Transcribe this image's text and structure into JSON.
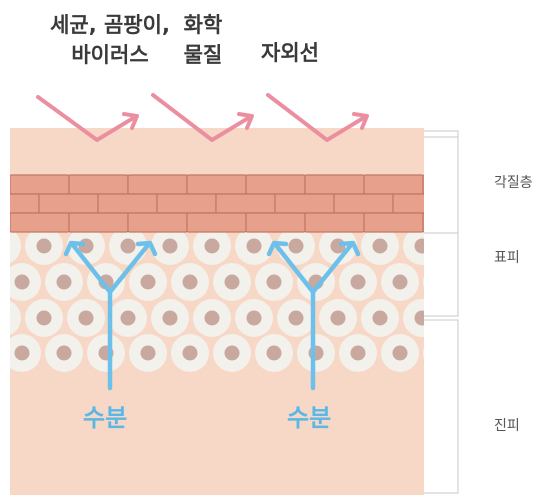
{
  "threats": [
    {
      "line1": "세균, 곰팡이,",
      "line2": "바이러스"
    },
    {
      "line1": "화학",
      "line2": "물질"
    },
    {
      "line1": "자외선",
      "line2": ""
    }
  ],
  "layers": {
    "stratum_corneum": "각질층",
    "epidermis": "표피",
    "dermis": "진피"
  },
  "moisture": [
    "수분",
    "수분"
  ],
  "colors": {
    "skin": "#f7d8c6",
    "brick": "#e6a08b",
    "brick_stroke": "#c27864",
    "cell": "#f3f1eb",
    "nucleus": "#c9a8a0",
    "threat_arrow": "#eb8fa0",
    "moisture_arrow": "#6cc0ea",
    "bracket": "#c8c8c8"
  }
}
